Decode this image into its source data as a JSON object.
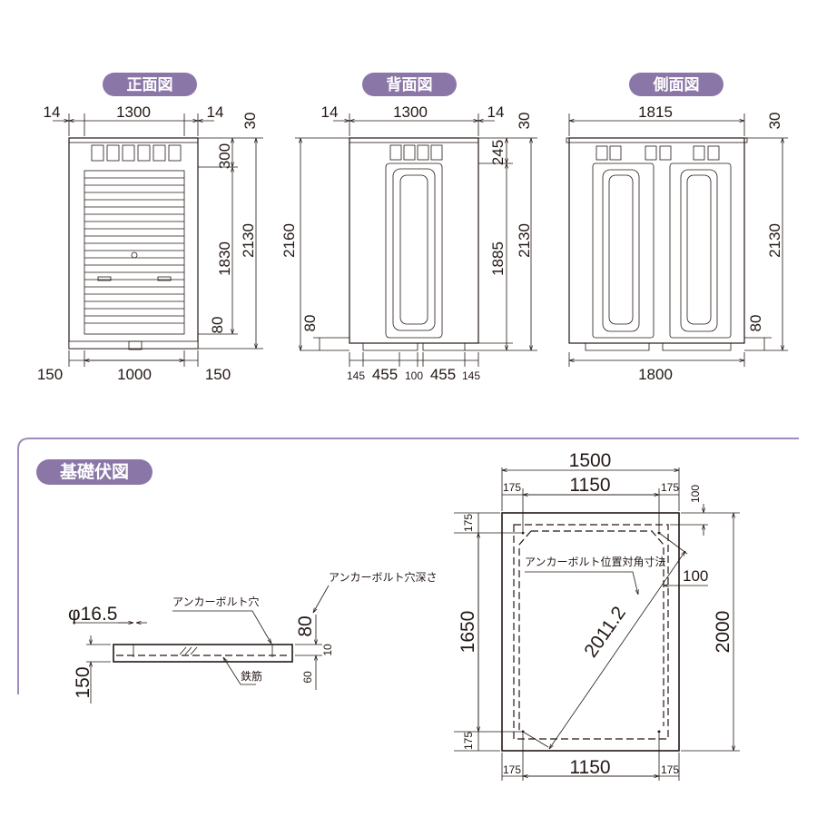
{
  "colors": {
    "badge": "#8b77a7",
    "line": "#231815",
    "divider": "#9f8bbb"
  },
  "front_view": {
    "title": "正面図",
    "dims": {
      "left_margin": "14",
      "width": "1300",
      "right_margin": "14",
      "top": "30",
      "vent": "300",
      "door": "1830",
      "height": "2130",
      "base": "80",
      "leg_left": "150",
      "leg_span": "1000",
      "leg_right": "150"
    }
  },
  "back_view": {
    "title": "背面図",
    "dims": {
      "left_margin": "14",
      "width": "1300",
      "right_margin": "14",
      "top": "30",
      "vent": "245",
      "door": "1885",
      "height": "2130",
      "total": "2160",
      "base": "80",
      "b1": "145",
      "b2": "455",
      "b3": "100",
      "b4": "455",
      "b5": "145"
    }
  },
  "side_view": {
    "title": "側面図",
    "dims": {
      "width": "1815",
      "top": "30",
      "height": "2130",
      "base": "80",
      "bottom": "1800"
    }
  },
  "foundation": {
    "title": "基礎伏図",
    "section": {
      "hole_dia": "φ16.5",
      "hole_label": "アンカーボルト穴",
      "hole_depth_label": "アンカーボルト穴深さ",
      "rebar_label": "鉄筋",
      "thickness": "150",
      "depth": "80",
      "cover": "10",
      "lower": "60"
    },
    "plan": {
      "width": "1500",
      "inner_top": "1150",
      "inner_bottom": "1150",
      "edge": "175",
      "height": "2000",
      "inner_height": "1650",
      "offset": "100",
      "offset2": "100",
      "diagonal": "2011.2",
      "diagonal_label": "アンカーボルト位置対角寸法"
    }
  }
}
